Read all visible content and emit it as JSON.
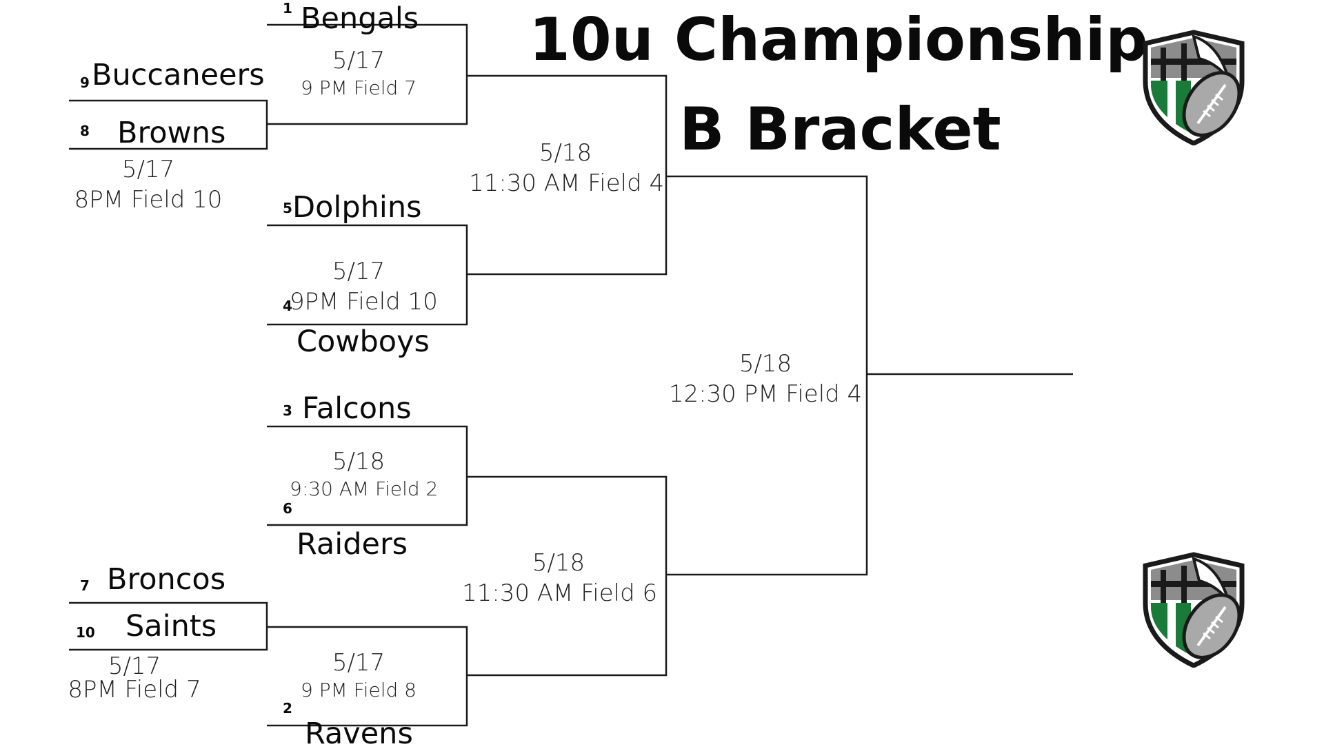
{
  "title": {
    "line1": "10u Championship",
    "line2": "B Bracket"
  },
  "colors": {
    "line": "#1a1a1a",
    "shield_green": "#1a7a3a",
    "shield_gray": "#8c8c8c",
    "shield_dark": "#1a1a1a",
    "ball": "#a9a9a9"
  },
  "logo_icon": "football-shield-logo",
  "teams": {
    "bengals": {
      "name": "Bengals",
      "seed": "1"
    },
    "buccaneers": {
      "name": "Buccaneers",
      "seed": "9"
    },
    "browns": {
      "name": "Browns",
      "seed": "8"
    },
    "dolphins": {
      "name": "Dolphins",
      "seed": "5"
    },
    "cowboys": {
      "name": "Cowboys",
      "seed": "4"
    },
    "falcons": {
      "name": "Falcons",
      "seed": "3"
    },
    "raiders": {
      "name": "Raiders",
      "seed": "6"
    },
    "broncos": {
      "name": "Broncos",
      "seed": "7"
    },
    "saints": {
      "name": "Saints",
      "seed": "10"
    },
    "ravens": {
      "name": "Ravens",
      "seed": "2"
    }
  },
  "games": {
    "g_buc_browns": {
      "date": "5/17",
      "time": "8PM Field 10"
    },
    "g_bengals": {
      "date": "5/17",
      "time": "9 PM Field 7"
    },
    "g_dol_cow": {
      "date": "5/17",
      "time": "9PM Field 10"
    },
    "g_semi_top": {
      "date": "5/18",
      "time": "11:30 AM Field 4"
    },
    "g_fal_rai": {
      "date": "5/18",
      "time": "9:30 AM Field 2"
    },
    "g_semi_bottom": {
      "date": "5/18",
      "time": "11:30 AM Field 6"
    },
    "g_broncos_saints": {
      "date": "5/17",
      "time": "8PM Field 7"
    },
    "g_ravens": {
      "date": "5/17",
      "time": "9 PM Field 8"
    },
    "g_final": {
      "date": "5/18",
      "time": "12:30 PM Field 4"
    }
  }
}
